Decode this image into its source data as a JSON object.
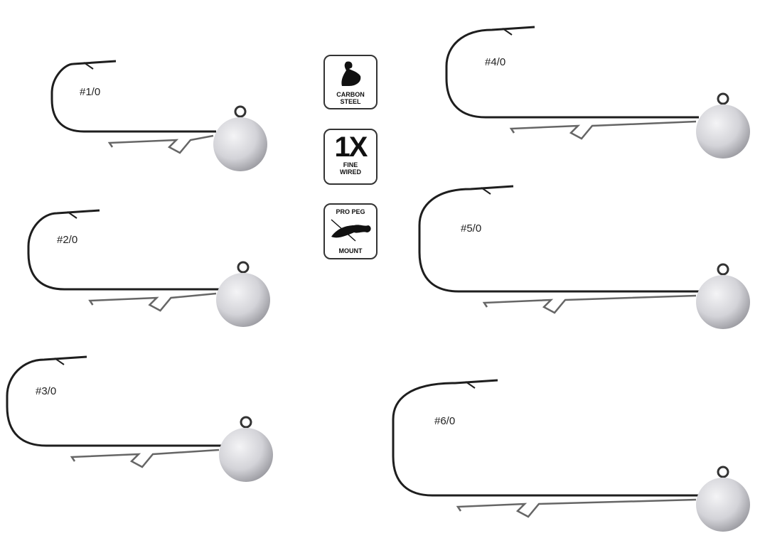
{
  "hooks": [
    {
      "label": "#1/0"
    },
    {
      "label": "#2/0"
    },
    {
      "label": "#3/0"
    },
    {
      "label": "#4/0"
    },
    {
      "label": "#5/0"
    },
    {
      "label": "#6/0"
    }
  ],
  "badges": {
    "carbon_steel": {
      "icon": "flexed-arm-icon",
      "line1": "CARBON",
      "line2": "STEEL"
    },
    "fine_wired": {
      "big": "1X",
      "line1": "FINE",
      "line2": "WIRED"
    },
    "pro_peg": {
      "icon": "soft-bait-icon",
      "top": "PRO PEG",
      "bottom": "MOUNT"
    }
  },
  "colors": {
    "hook": "#1e1e1e",
    "keeper": "#666666",
    "lead_head": "#d8d8dc"
  }
}
